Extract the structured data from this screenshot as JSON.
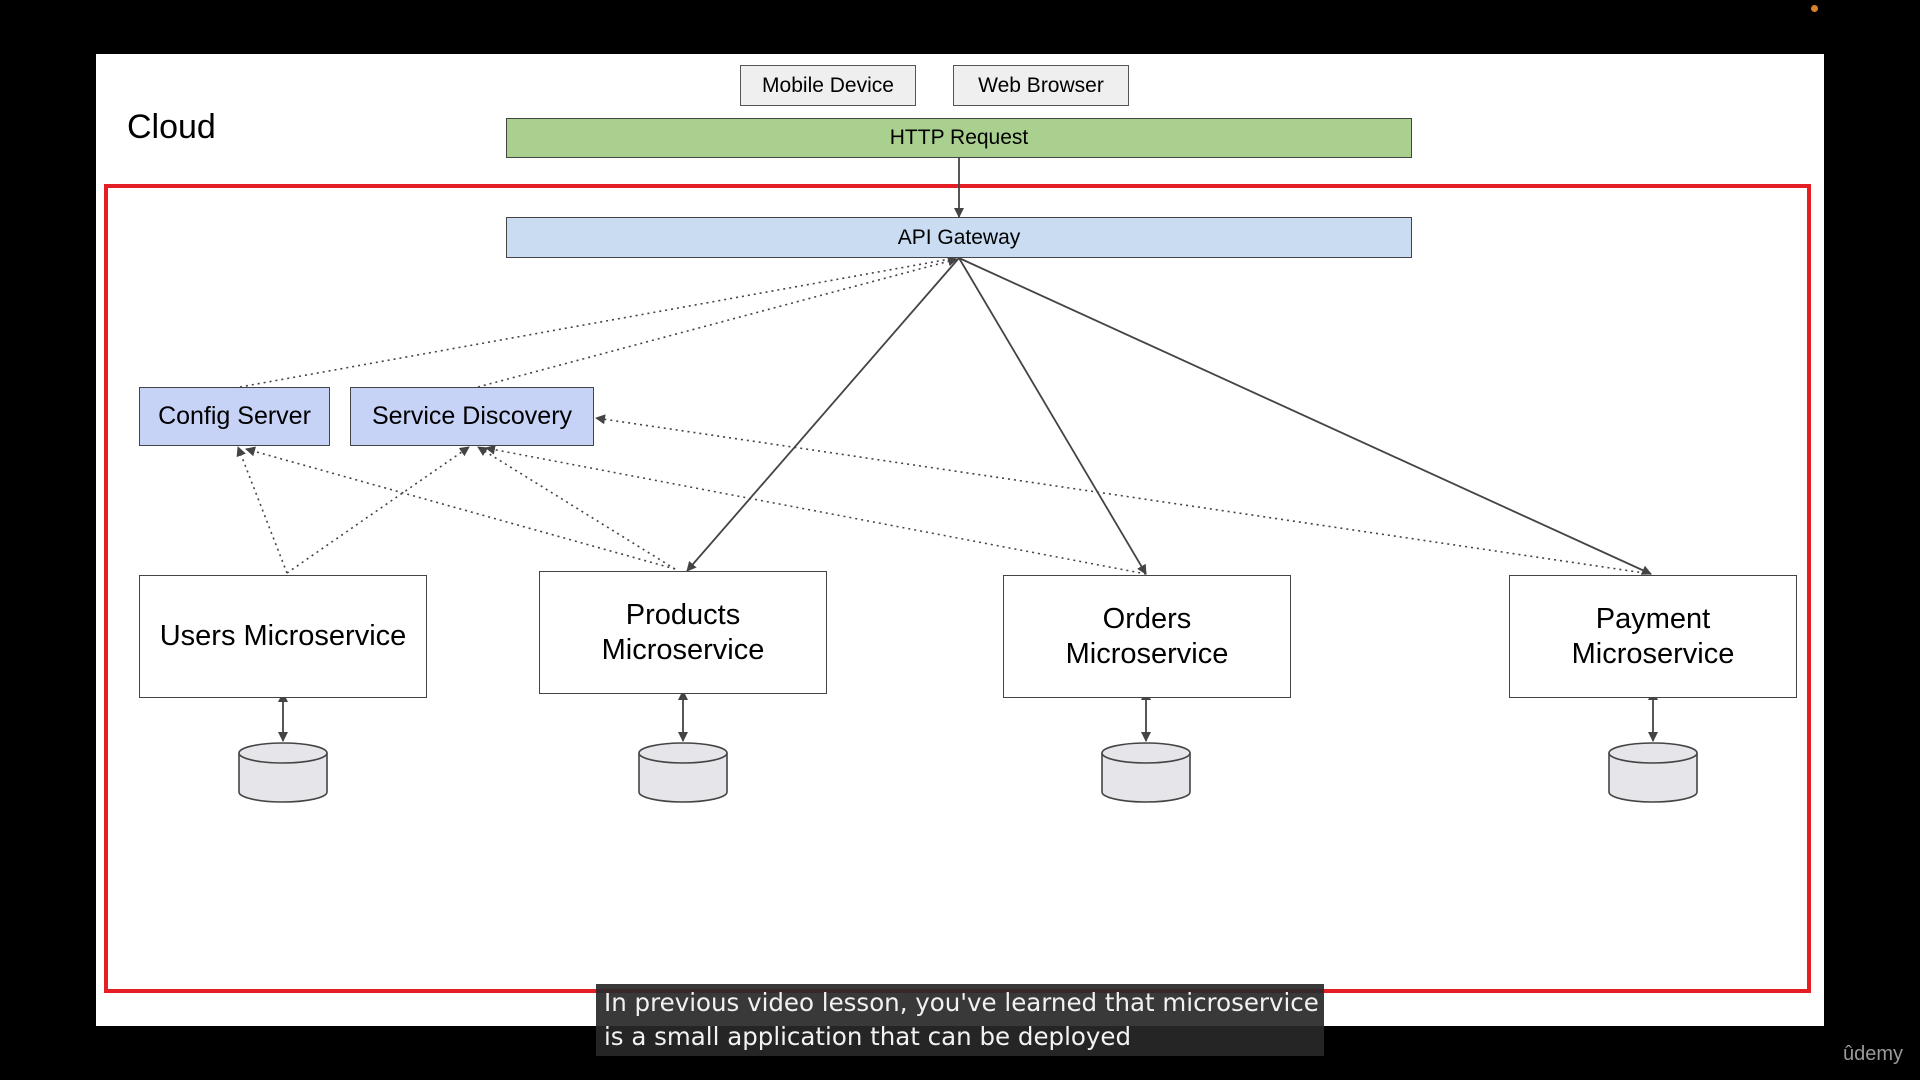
{
  "diagram": {
    "cloud_label": "Cloud",
    "clients": {
      "mobile": "Mobile Device",
      "web": "Web Browser"
    },
    "http_request": "HTTP Request",
    "api_gateway": "API Gateway",
    "infrastructure": {
      "config_server": "Config Server",
      "service_discovery": "Service Discovery"
    },
    "services": {
      "users": "Users Microservice",
      "products": "Products\nMicroservice",
      "orders": "Orders\nMicroservice",
      "payment": "Payment\nMicroservice"
    },
    "colors": {
      "frame": "#e41e25",
      "http_request": "#a9d08e",
      "api_gateway": "#c9dcf2",
      "infrastructure": "#c6d2f6",
      "database": "#e6e6ea"
    }
  },
  "subtitle": {
    "line1": "In previous video lesson, you've learned that microservice",
    "line2": "is a small application that can be deployed"
  },
  "brand": "ûdemy"
}
